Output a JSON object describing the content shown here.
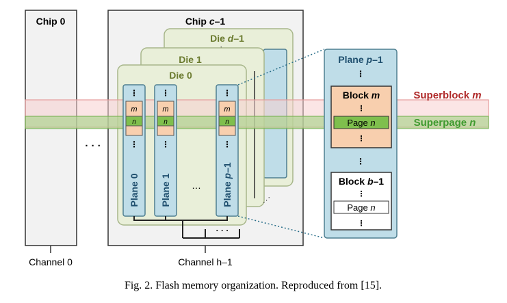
{
  "colors": {
    "chip_fill": "#f2f2f2",
    "die_fill": "#e9efd9",
    "die_stroke": "#a7b68a",
    "plane_fill": "#bfdde8",
    "plane_stroke": "#4f7f90",
    "block_fill": "#f8cfae",
    "page_fill": "#7fbf4d",
    "superblock_fill": "#fbe3e3",
    "superblock_stroke": "#e59b9b",
    "superpage_fill": "#c5e2a6",
    "superblock_label": "#b02a2a",
    "superpage_label": "#3f9a2f",
    "die_label": "#6a7a2e",
    "plane_label": "#1f4f6e"
  },
  "labels": {
    "chip0": "Chip 0",
    "chipc_pre": "Chip ",
    "chipc_var": "c",
    "chipc_post": "–1",
    "die0": "Die 0",
    "die1": "Die 1",
    "died_pre": "Die ",
    "died_var": "d",
    "died_post": "–1",
    "plane0": "Plane 0",
    "plane1": "Plane 1",
    "planep_pre": "Plane ",
    "planep_var": "p",
    "planep_post": "–1",
    "block_m_pre": "Block ",
    "block_m_var": "m",
    "block_b_pre": "Block ",
    "block_b_var": "b",
    "block_b_post": "–1",
    "page_pre": "Page ",
    "page_var": "n",
    "m": "m",
    "n": "n",
    "superblock_pre": "Superblock ",
    "superblock_var": "m",
    "superpage_pre": "Superpage ",
    "superpage_var": "n",
    "channel0": "Channel 0",
    "channelh": "Channel h–1",
    "ellipsis_h": "· · ·",
    "ellipsis_mid": "…",
    "ellipsis_bus": "· · ·"
  },
  "caption": "Fig. 2.  Flash memory organization. Reproduced from [15]."
}
